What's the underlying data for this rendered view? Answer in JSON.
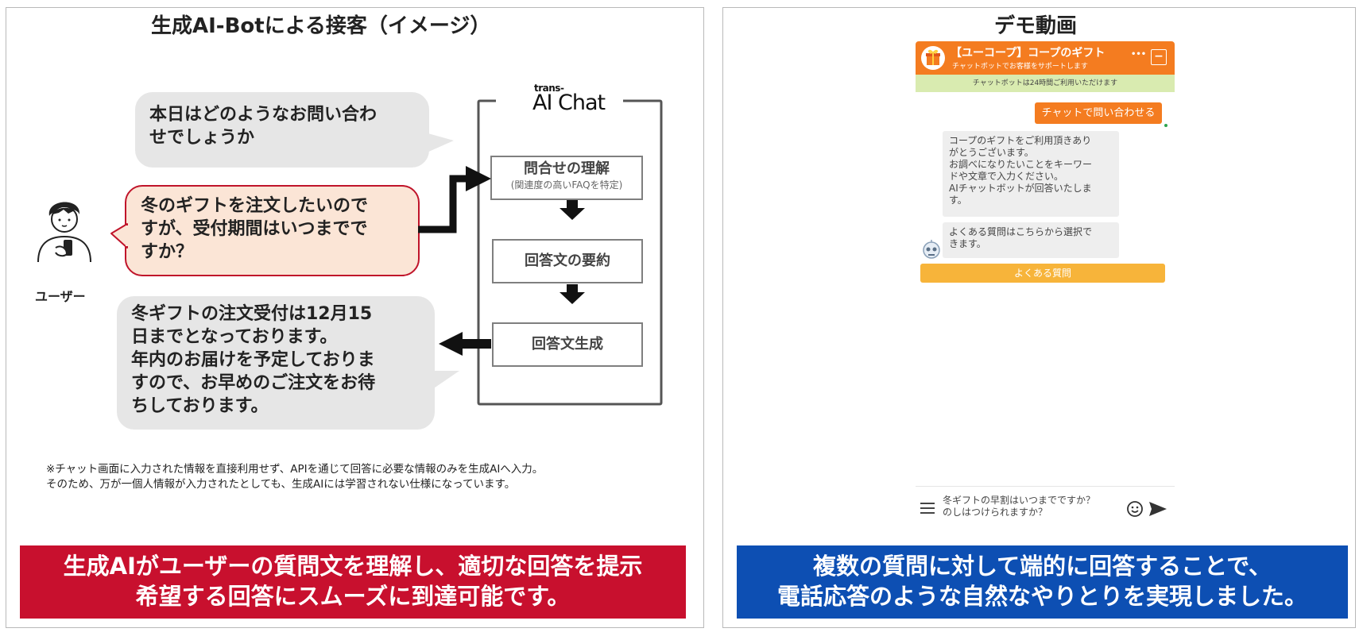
{
  "left_panel": {
    "title": "生成AI-Botによる接客（イメージ）",
    "user_label": "ユーザー",
    "bot_greeting": [
      "本日はどのようなお問い合わ",
      "せでしょうか"
    ],
    "user_question": [
      "冬のギフトを注文したいので",
      "すが、受付期間はいつまでで",
      "すか？"
    ],
    "bot_answer": [
      "冬ギフトの注文受付は12月15",
      "日までとなっております。",
      "年内のお届けを予定しておりま",
      "すので、お早めのご注文をお待",
      "ちしております。"
    ],
    "brand_small": "trans-",
    "brand_main": "AI Chat",
    "steps": [
      {
        "label": "問合せの理解",
        "sub": "(関連度の高いFAQを特定)"
      },
      {
        "label": "回答文の要約"
      },
      {
        "label": "回答文生成"
      }
    ],
    "note": [
      "※チャット画面に入力された情報を直接利用せず、APIを通じて回答に必要な情報のみを生成AIへ入力。",
      "そのため、万が一個人情報が入力されたとしても、生成AIには学習されない仕様になっています。"
    ],
    "banner": [
      "生成AIがユーザーの質問文を理解し、適切な回答を提示",
      "希望する回答にスムーズに到達可能です。"
    ],
    "banner_color": "#c8102e"
  },
  "right_panel": {
    "title": "デモ動画",
    "chat": {
      "header_title": "【ユーコープ】コープのギフト",
      "header_sub": "チャットボットでお客様をサポートします",
      "more_label": "•••",
      "minimize_label": "−",
      "availability": "チャットボットは24時間ご利用いただけます",
      "user_button": "チャットで問い合わせる",
      "bot_message": [
        "コープのギフトをご利用頂きあり",
        "がとうございます。",
        "お調べになりたいことをキーワー",
        "ドや文章で入力ください。",
        "AIチャットボットが回答いたしま",
        "す。"
      ],
      "faq_message": [
        "よくある質問はこちらから選択で",
        "きます。"
      ],
      "faq_button": "よくある質問",
      "input_text": [
        "冬ギフトの早割はいつまでですか？",
        "のしはつけられますか？"
      ],
      "accent_color": "#f47c20",
      "faq_button_color": "#f7b43a"
    },
    "banner": [
      "複数の質問に対して端的に回答することで、",
      "電話応答のような自然なやりとりを実現しました。"
    ],
    "banner_color": "#0d4fb3"
  }
}
